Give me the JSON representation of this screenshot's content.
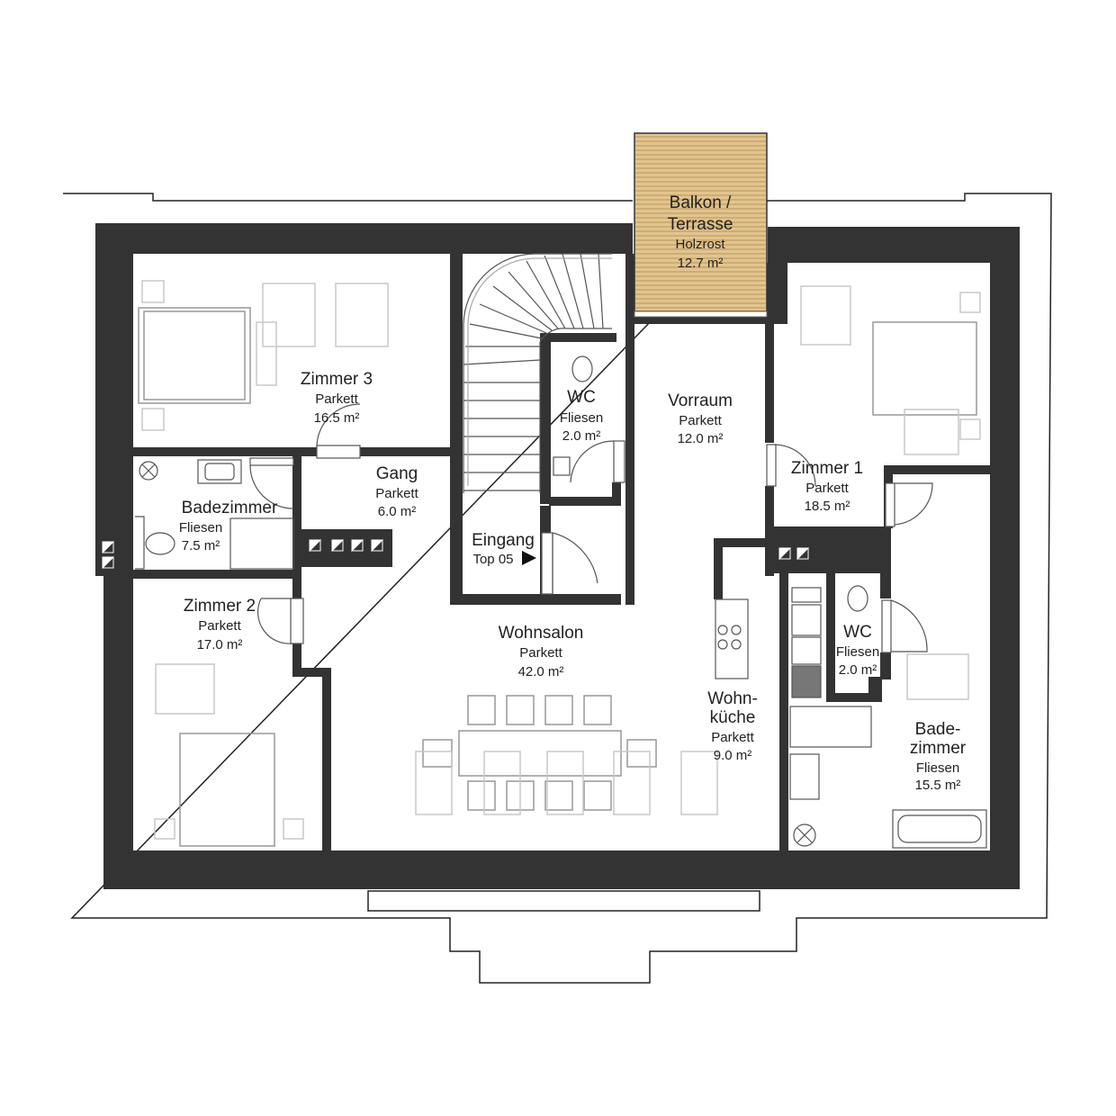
{
  "rooms": [
    {
      "id": "zimmer3",
      "name": "Zimmer 3",
      "floor": "Parkett",
      "area": "16.5 m²"
    },
    {
      "id": "badezimmer",
      "name": "Badezimmer",
      "floor": "Fliesen",
      "area": "7.5 m²"
    },
    {
      "id": "zimmer2",
      "name": "Zimmer 2",
      "floor": "Parkett",
      "area": "17.0 m²"
    },
    {
      "id": "gang",
      "name": "Gang",
      "floor": "Parkett",
      "area": "6.0 m²"
    },
    {
      "id": "wc1",
      "name": "WC",
      "floor": "Fliesen",
      "area": "2.0 m²"
    },
    {
      "id": "vorraum",
      "name": "Vorraum",
      "floor": "Parkett",
      "area": "12.0 m²"
    },
    {
      "id": "balkon",
      "name_line1": "Balkon /",
      "name_line2": "Terrasse",
      "floor": "Holzrost",
      "area": "12.7 m²"
    },
    {
      "id": "zimmer1",
      "name": "Zimmer 1",
      "floor": "Parkett",
      "area": "18.5 m²"
    },
    {
      "id": "wohnsalon",
      "name": "Wohnsalon",
      "floor": "Parkett",
      "area": "42.0 m²"
    },
    {
      "id": "wohnkueche",
      "name_line1": "Wohn-",
      "name_line2": "küche",
      "floor": "Parkett",
      "area": "9.0 m²"
    },
    {
      "id": "wc2",
      "name": "WC",
      "floor": "Fliesen",
      "area": "2.0 m²"
    },
    {
      "id": "bade2",
      "name_line1": "Bade-",
      "name_line2": "zimmer",
      "floor": "Fliesen",
      "area": "15.5 m²"
    }
  ],
  "entrance": {
    "label": "Eingang",
    "unit": "Top 05"
  },
  "colors": {
    "wall": "#333333",
    "deck": "#e2c48e",
    "deck_line": "#b8965a"
  }
}
